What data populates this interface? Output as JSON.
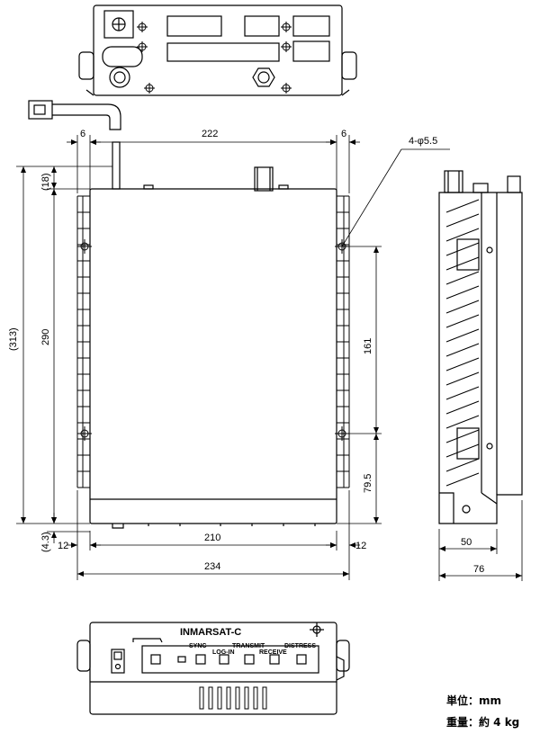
{
  "dimensions": {
    "top_width": "222",
    "left_margin_top": "6",
    "right_margin_top": "6",
    "hole_spec": "4-φ5.5",
    "height_18": "(18)",
    "height_313": "(313)",
    "height_290": "290",
    "height_161": "161",
    "height_79_5": "79.5",
    "height_4_3": "(4.3)",
    "bottom_left_12": "12",
    "bottom_width_210": "210",
    "bottom_right_12": "12",
    "overall_width_234": "234",
    "side_depth_50": "50",
    "side_depth_76": "76"
  },
  "front_panel": {
    "title": "INMARSAT-C",
    "labels": [
      "SYNC",
      "TRANSMIT",
      "DISTRESS",
      "LOG-IN",
      "RECEIVE"
    ]
  },
  "notes": {
    "unit_label": "単位：mm",
    "weight_label": "重量：約 4 kg"
  }
}
